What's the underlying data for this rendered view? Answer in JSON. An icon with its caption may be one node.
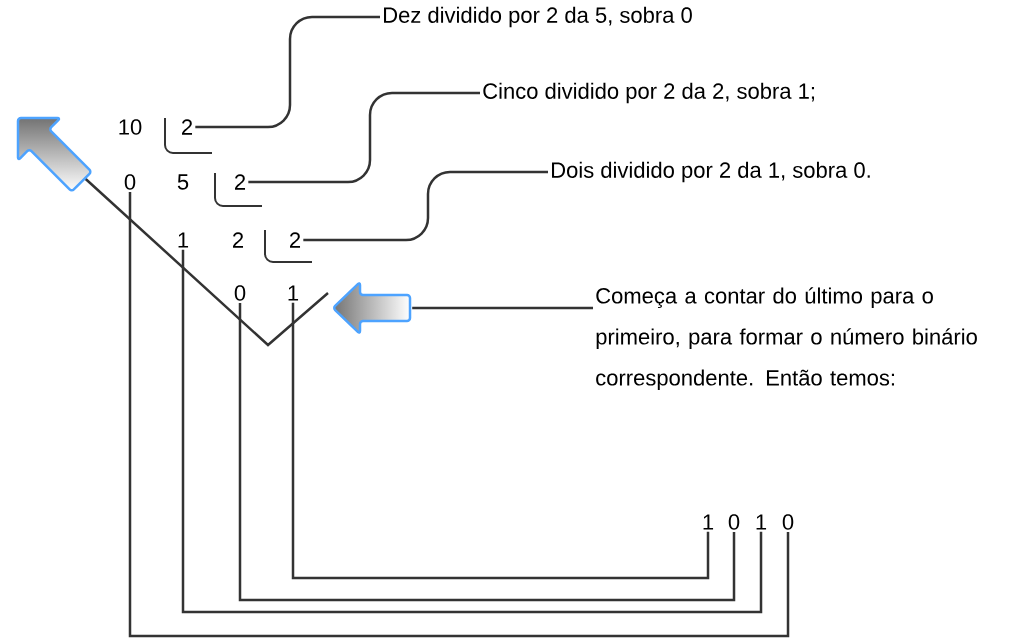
{
  "diagram": {
    "nodes": [
      {
        "text": [
          "10"
        ]
      },
      {
        "text": [
          "2"
        ]
      },
      {
        "text": [
          "Dez dividido por 2 da 5, sobra 0"
        ]
      },
      {
        "text": [
          "0"
        ]
      },
      {
        "text": [
          "5"
        ]
      },
      {
        "text": [
          "2"
        ]
      },
      {
        "text": [
          "Cinco dividido por 2 da 2, sobra 1;"
        ]
      },
      {
        "text": [
          "1"
        ]
      },
      {
        "text": [
          "2"
        ]
      },
      {
        "text": [
          "2"
        ]
      },
      {
        "text": [
          "Dois dividido por 2 da 1, sobra 0."
        ]
      },
      {
        "text": [
          "0"
        ]
      },
      {
        "text": [
          "1"
        ]
      },
      {
        "text": [],
        "shape": "arrow"
      },
      {
        "text": [
          "Começa a contar do último para o primeiro, para formar o número binário correspondente. Então temos:"
        ]
      },
      {
        "text": [
          "1"
        ]
      },
      {
        "text": [
          "0"
        ]
      },
      {
        "text": [
          "1"
        ]
      },
      {
        "text": [
          "0"
        ]
      }
    ],
    "edges": [
      {
        "from": 1,
        "to": 2,
        "arrow": "none"
      },
      {
        "from": 5,
        "to": 6,
        "arrow": "none"
      },
      {
        "from": 9,
        "to": 10,
        "arrow": "none"
      },
      {
        "from": 14,
        "to": 13,
        "arrow": "none"
      },
      {
        "from": 3,
        "to": 18,
        "arrow": "none"
      },
      {
        "from": 7,
        "to": 17,
        "arrow": "none"
      },
      {
        "from": 11,
        "to": 16,
        "arrow": "none"
      },
      {
        "from": 12,
        "to": 15,
        "arrow": "none"
      }
    ]
  }
}
